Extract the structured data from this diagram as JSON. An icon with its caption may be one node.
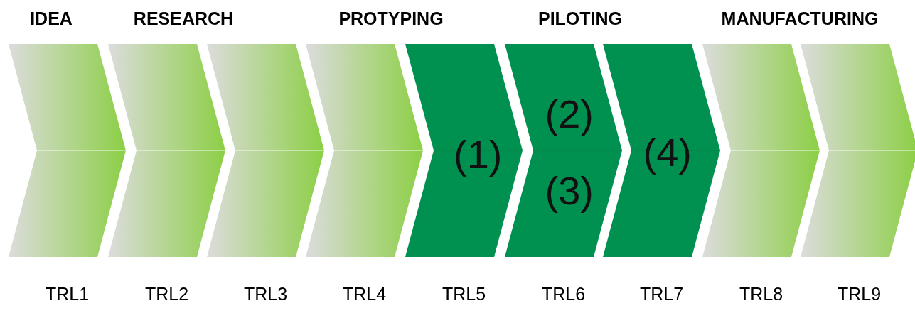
{
  "diagram": {
    "nodes": [
      {
        "text": [],
        "shape": "chevron",
        "beside": [
          "TRL1"
        ]
      },
      {
        "text": [],
        "shape": "chevron",
        "beside": [
          "TRL2"
        ]
      },
      {
        "text": [],
        "shape": "chevron",
        "beside": [
          "TRL3"
        ]
      },
      {
        "text": [],
        "shape": "chevron",
        "beside": [
          "TRL4"
        ]
      },
      {
        "text": [
          "(1)"
        ],
        "beside": [
          "TRL5"
        ]
      },
      {
        "text": [
          "(2)",
          "(3)"
        ],
        "beside": [
          "TRL6"
        ]
      },
      {
        "text": [
          "(4)"
        ],
        "beside": [
          "TRL7"
        ]
      },
      {
        "text": [],
        "shape": "chevron",
        "beside": [
          "TRL8"
        ]
      },
      {
        "text": [],
        "shape": "chevron",
        "beside": [
          "TRL9"
        ]
      }
    ],
    "edges": [],
    "labels": [
      "IDEA",
      "RESEARCH",
      "PROTYPING",
      "PILOTING",
      "MANUFACTURING"
    ]
  }
}
